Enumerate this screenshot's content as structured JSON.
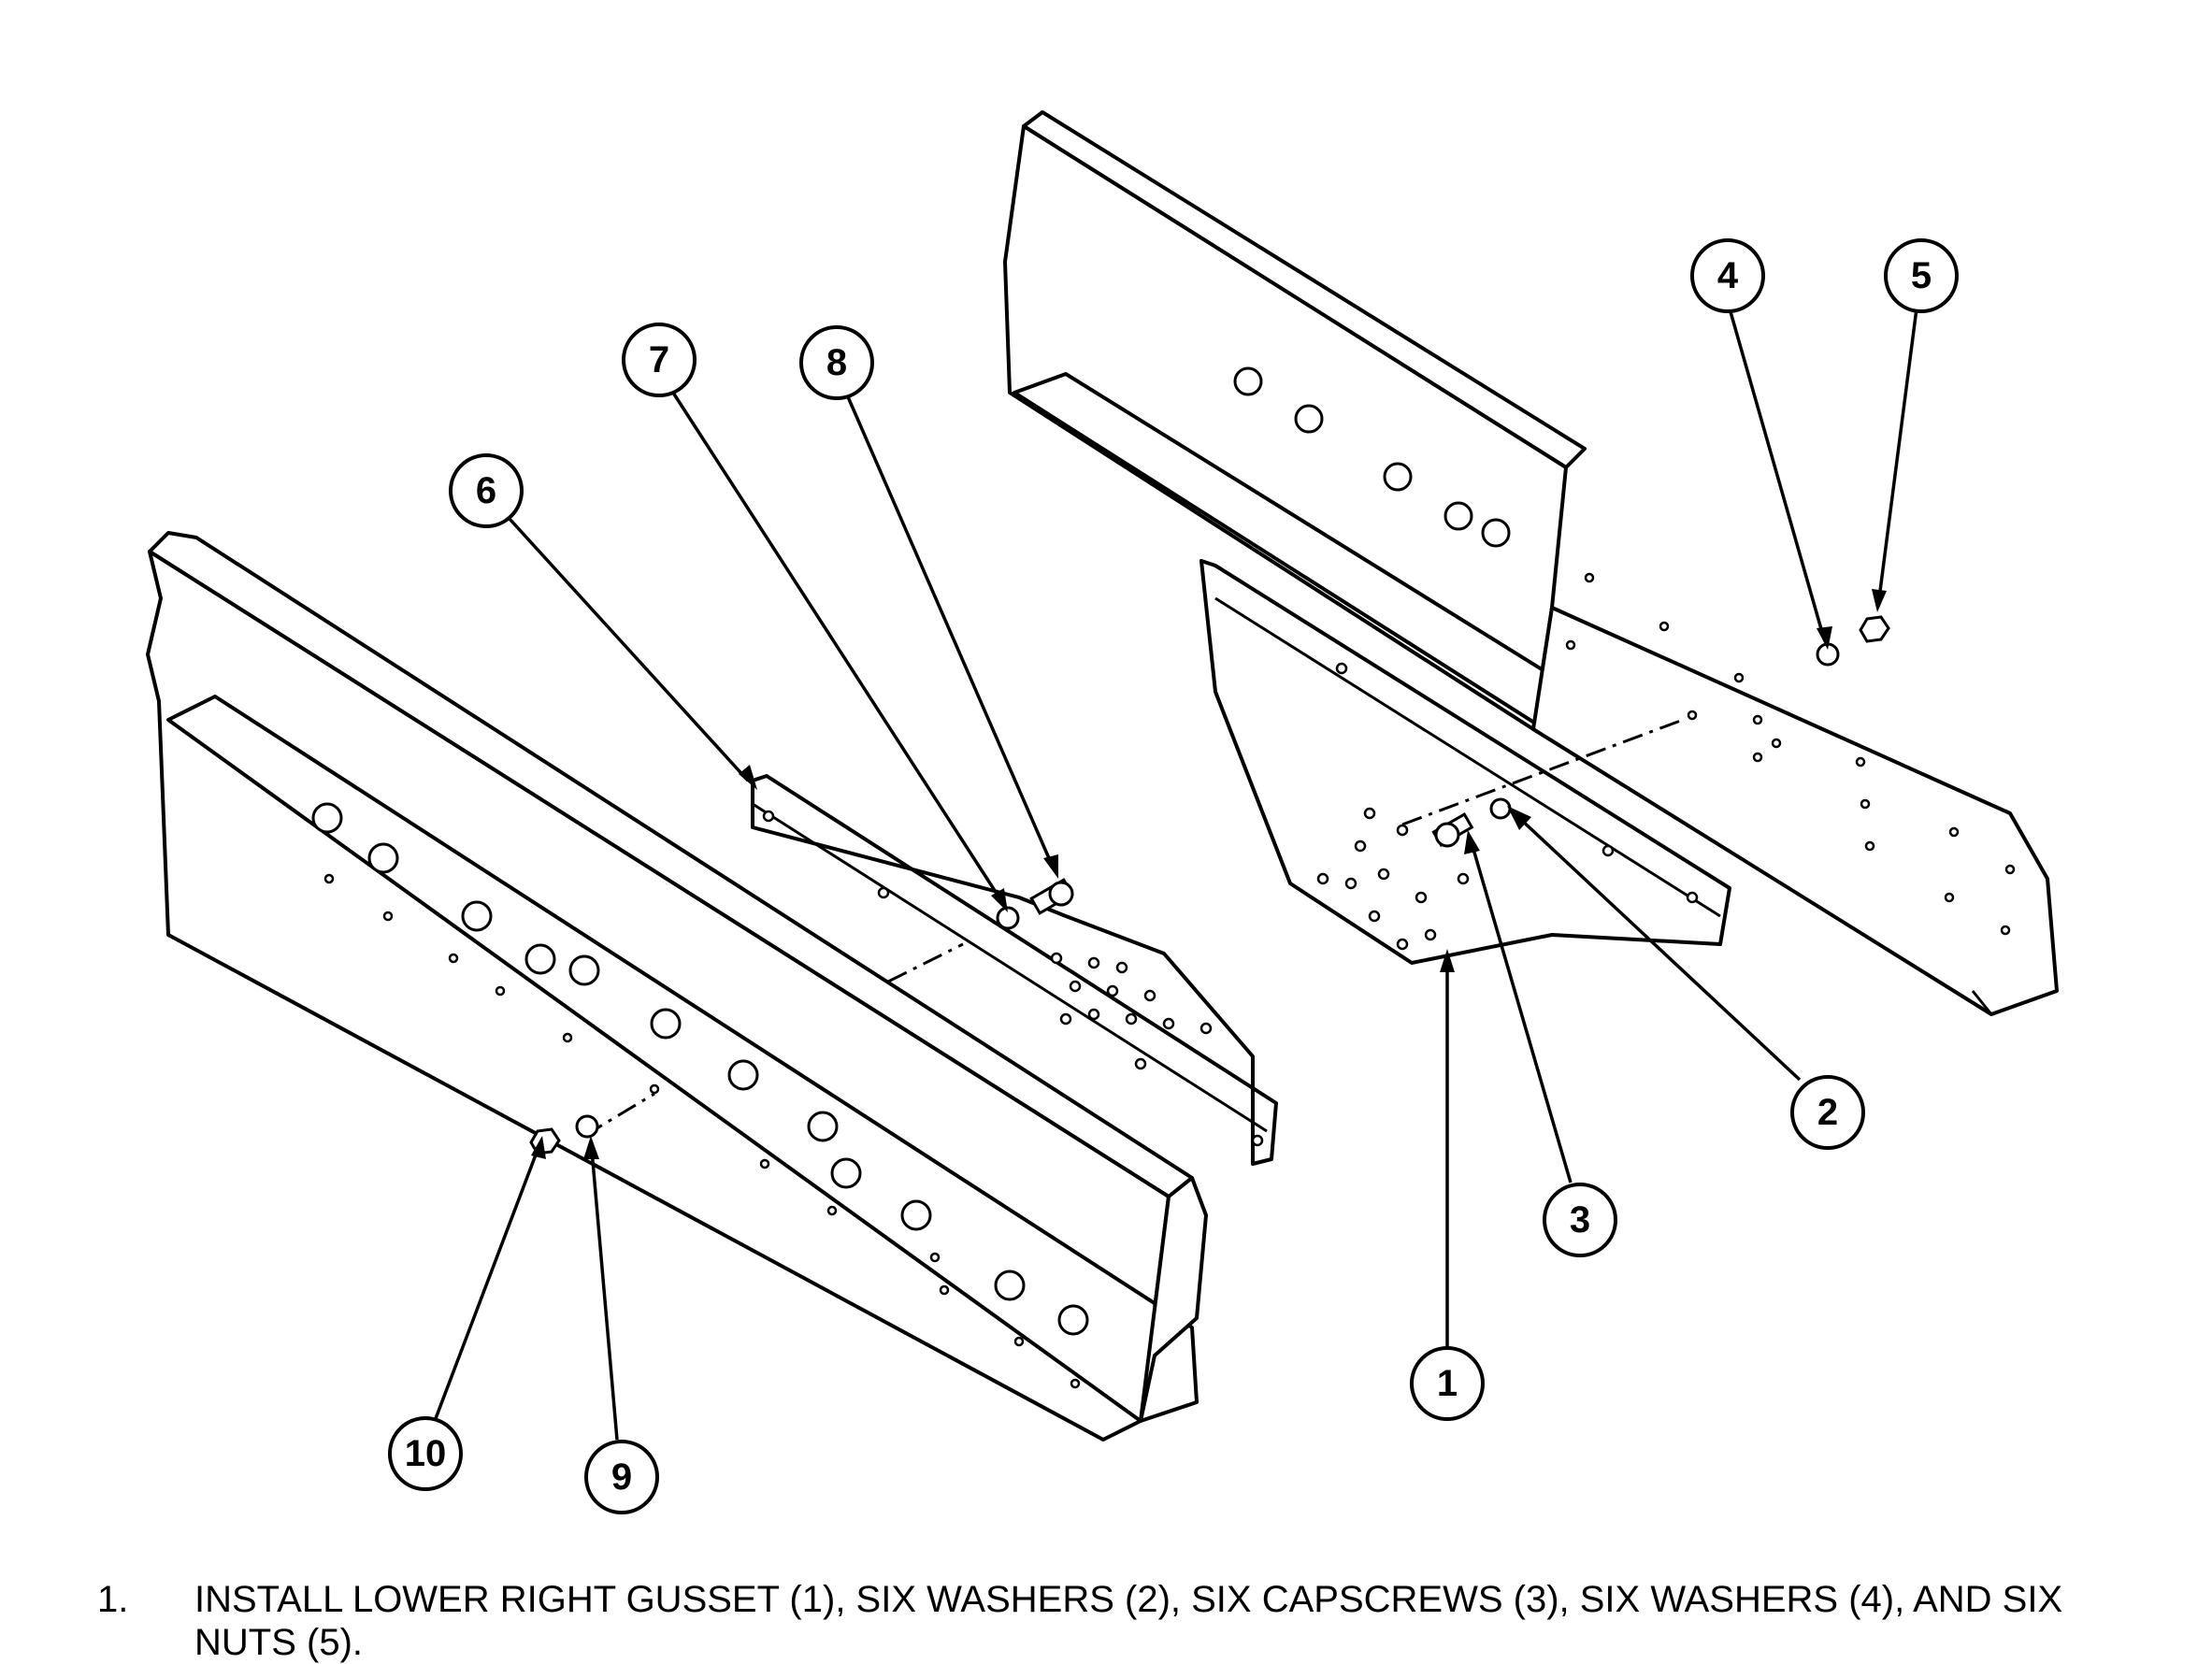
{
  "callouts": [
    {
      "number": "1",
      "part": "lower right gusset"
    },
    {
      "number": "2",
      "part": "washer"
    },
    {
      "number": "3",
      "part": "capscrew"
    },
    {
      "number": "4",
      "part": "washer"
    },
    {
      "number": "5",
      "part": "nut"
    },
    {
      "number": "6",
      "part": "gusset"
    },
    {
      "number": "7",
      "part": "washer"
    },
    {
      "number": "8",
      "part": "capscrew"
    },
    {
      "number": "9",
      "part": "washer"
    },
    {
      "number": "10",
      "part": "nut"
    }
  ],
  "instructions": [
    {
      "number": "1.",
      "text": "INSTALL LOWER RIGHT GUSSET (1), SIX WASHERS (2), SIX CAPSCREWS (3), SIX WASHERS (4), AND SIX NUTS (5)."
    }
  ]
}
